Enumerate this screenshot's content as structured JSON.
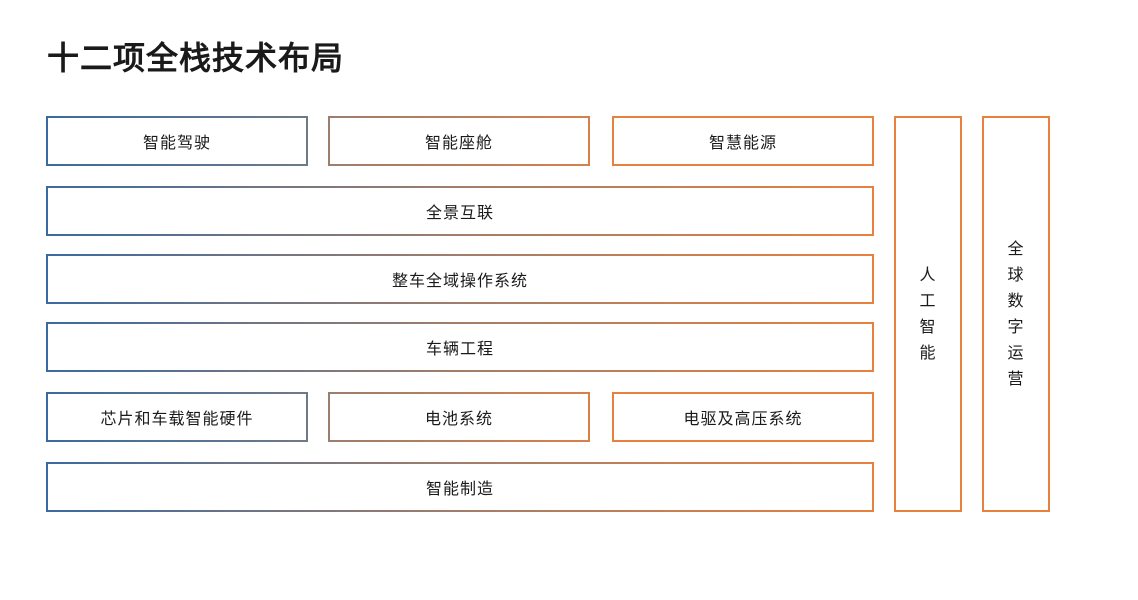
{
  "title": "十二项全栈技术布局",
  "colors": {
    "blue": "#3b6aa0",
    "orange": "#e8813e"
  },
  "rows": {
    "row1": [
      "智能驾驶",
      "智能座舱",
      "智慧能源"
    ],
    "row2": "全景互联",
    "row3": "整车全域操作系统",
    "row4": "车辆工程",
    "row5": [
      "芯片和车载智能硬件",
      "电池系统",
      "电驱及高压系统"
    ],
    "row6": "智能制造"
  },
  "columns": {
    "ai": [
      "人",
      "工",
      "智",
      "能"
    ],
    "global_ops": [
      "全",
      "球",
      "数",
      "字",
      "运",
      "营"
    ]
  }
}
